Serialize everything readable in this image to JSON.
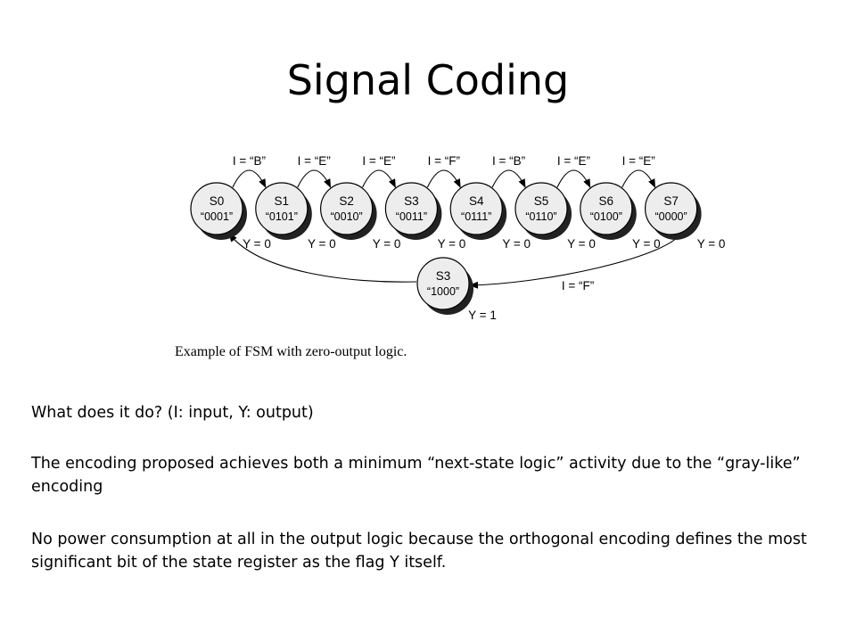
{
  "title": "Signal Coding",
  "diagram": {
    "states": [
      {
        "name": "S0",
        "code": "“0001”"
      },
      {
        "name": "S1",
        "code": "“0101”"
      },
      {
        "name": "S2",
        "code": "“0010”"
      },
      {
        "name": "S3",
        "code": "“0011”"
      },
      {
        "name": "S4",
        "code": "“0111”"
      },
      {
        "name": "S5",
        "code": "“0110”"
      },
      {
        "name": "S6",
        "code": "“0100”"
      },
      {
        "name": "S7",
        "code": "“0000”"
      }
    ],
    "extra_state": {
      "name": "S3",
      "code": "“1000”",
      "output": "Y = 1"
    },
    "input_labels": [
      "I = “B”",
      "I = “E”",
      "I = “E”",
      "I = “F”",
      "I = “B”",
      "I = “E”",
      "I = “E”"
    ],
    "output_labels": [
      "Y = 0",
      "Y = 0",
      "Y = 0",
      "Y = 0",
      "Y = 0",
      "Y = 0",
      "Y = 0",
      "Y = 0"
    ],
    "return_input": "I = “F”",
    "caption": "Example of FSM with zero-output logic."
  },
  "body": {
    "p1": "What does it do? (I: input, Y: output)",
    "p2": "The encoding proposed achieves both a minimum “next-state logic” activity due to the “gray-like” encoding",
    "p3": "No power consumption at all in the output logic because the orthogonal encoding defines the most significant bit of the state register as the flag Y itself."
  }
}
